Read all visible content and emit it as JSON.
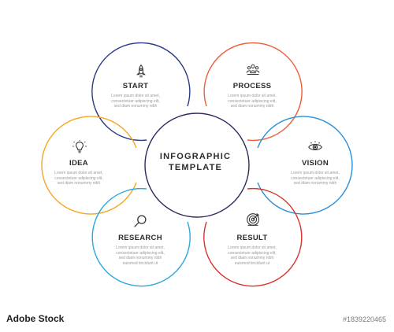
{
  "center": {
    "line1": "INFOGRAPHIC",
    "line2": "TEMPLATE"
  },
  "nodes": [
    {
      "key": "start",
      "title": "START",
      "icon": "rocket-icon",
      "color": "#2a3a85",
      "desc": [
        "Lorem ipsum dolor sit amet,",
        "consectetuer adipiscing elit,",
        "sed diam nonummy nibh"
      ]
    },
    {
      "key": "process",
      "title": "PROCESS",
      "icon": "team-icon",
      "color": "#e9603a",
      "desc": [
        "Lorem ipsum dolor sit amet,",
        "consectetuer adipiscing elit,",
        "sed diam nonummy nibh"
      ]
    },
    {
      "key": "idea",
      "title": "IDEA",
      "icon": "lightbulb-icon",
      "color": "#f5a623",
      "desc": [
        "Lorem ipsum dolor sit amet,",
        "consectetuer adipiscing elit,",
        "sed diam nonummy nibh"
      ]
    },
    {
      "key": "vision",
      "title": "VISION",
      "icon": "eye-icon",
      "color": "#2a8fd6",
      "desc": [
        "Lorem ipsum dolor sit amet,",
        "consectetuer adipiscing elit,",
        "sed diam nonummy nibh"
      ]
    },
    {
      "key": "research",
      "title": "RESEARCH",
      "icon": "magnifier-icon",
      "color": "#2ba8e0",
      "desc": [
        "Lorem ipsum dolor sit amet,",
        "consectetuer adipiscing elit,",
        "sed diam nonummy nibh",
        "euismod tincidunt ut"
      ]
    },
    {
      "key": "result",
      "title": "RESULT",
      "icon": "target-icon",
      "color": "#d8342a",
      "desc": [
        "Lorem ipsum dolor sit amet,",
        "consectetuer adipiscing elit,",
        "sed diam nonummy nibh",
        "euismod tincidunt ut"
      ]
    }
  ],
  "center_color": "#2b2b5e",
  "watermark": {
    "logo": "Adobe Stock",
    "id": "#1839220465"
  }
}
